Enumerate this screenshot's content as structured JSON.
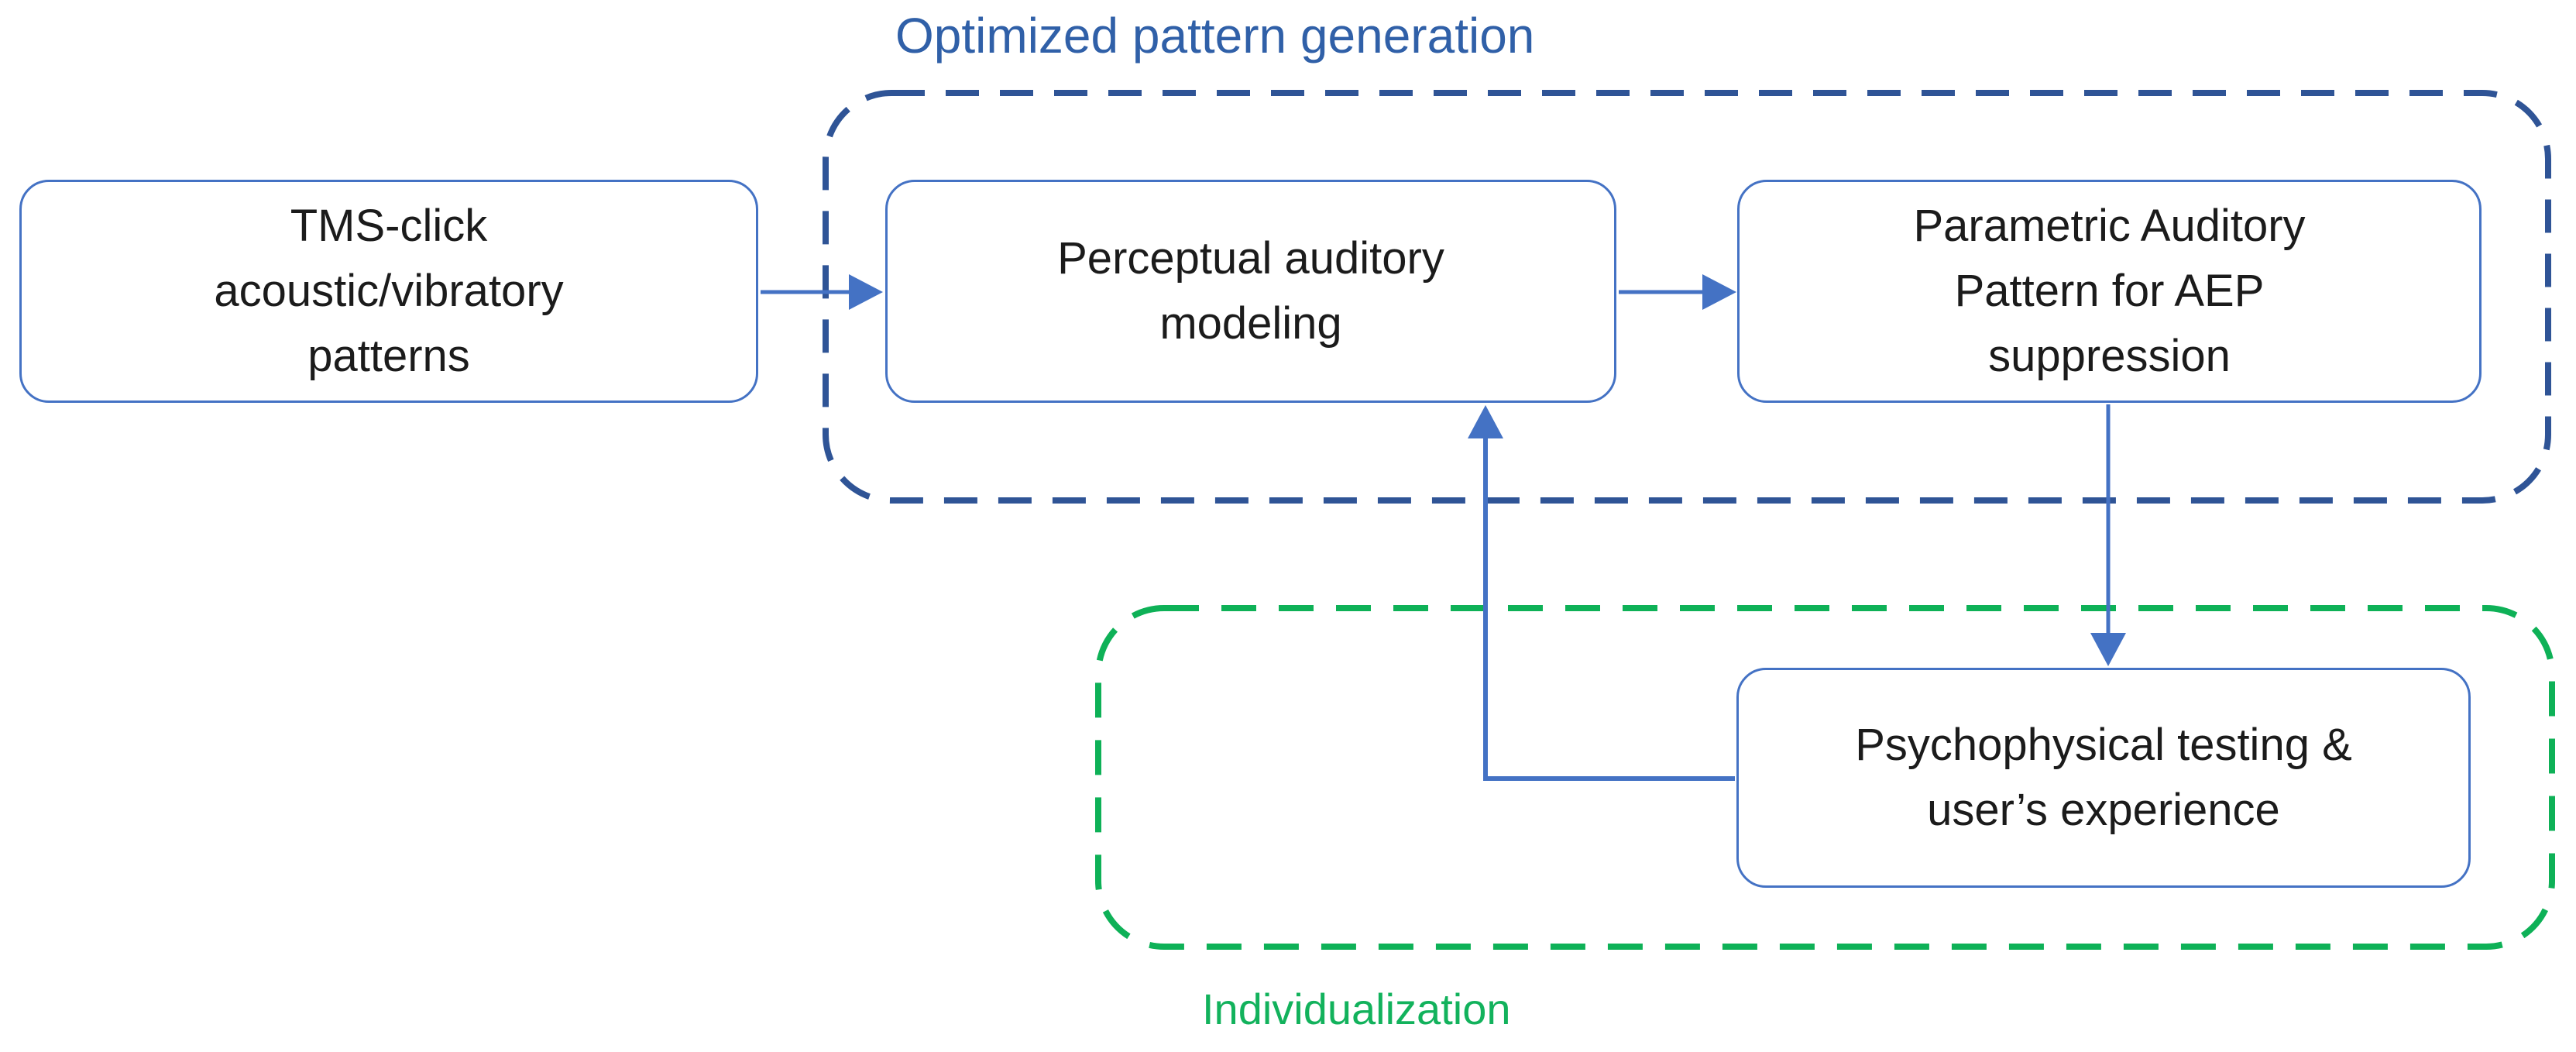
{
  "diagram": {
    "groups": {
      "optimized": {
        "label": "Optimized pattern generation",
        "border_style": "dashed",
        "border_color": "#2F5496",
        "label_color": "#3060A8"
      },
      "individualization": {
        "label": "Individualization",
        "border_style": "dashed",
        "border_color": "#0EB157",
        "label_color": "#12B25C"
      }
    },
    "nodes": {
      "tms": {
        "text": "TMS-click\nacoustic/vibratory\npatterns"
      },
      "perceptual": {
        "text": "Perceptual auditory\nmodeling"
      },
      "parametric": {
        "text": "Parametric Auditory\nPattern for AEP\nsuppression"
      },
      "psychophysical": {
        "text": "Psychophysical testing &\nuser’s experience"
      }
    },
    "edges": [
      {
        "from": "tms",
        "to": "perceptual",
        "style": "solid-arrow"
      },
      {
        "from": "perceptual",
        "to": "parametric",
        "style": "solid-arrow"
      },
      {
        "from": "parametric",
        "to": "psychophysical",
        "style": "solid-arrow"
      },
      {
        "from": "psychophysical",
        "to": "perceptual",
        "style": "elbow-arrow-feedback"
      }
    ],
    "colors": {
      "node_border": "#4472C4",
      "connector": "#4472C4",
      "node_text": "#1B1B1B",
      "optimized_border": "#2F5496",
      "optimized_label": "#3060A8",
      "individualization_border": "#0EB157",
      "individualization_label": "#12B25C",
      "background": "#FFFFFF"
    }
  }
}
